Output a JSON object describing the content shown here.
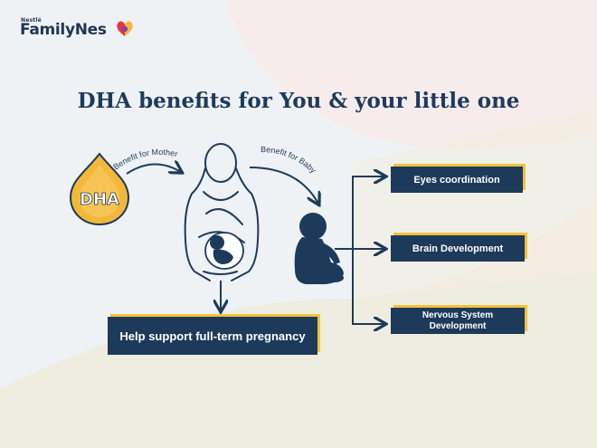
{
  "brand": {
    "maker": "Nestlé",
    "name": "FamilyNes"
  },
  "title": "DHA benefits for  You & your little one",
  "drop_label": "DHA",
  "arrow_labels": {
    "mother": "Benefit for Mother",
    "baby": "Benefit for Baby"
  },
  "benefits": [
    "Eyes coordination",
    "Brain Development",
    "Nervous System Development"
  ],
  "pregnancy_benefit": "Help support full-term pregnancy",
  "colors": {
    "navy": "#1d3a5a",
    "gold": "#f2c23a",
    "drop": "#f3b83a"
  }
}
